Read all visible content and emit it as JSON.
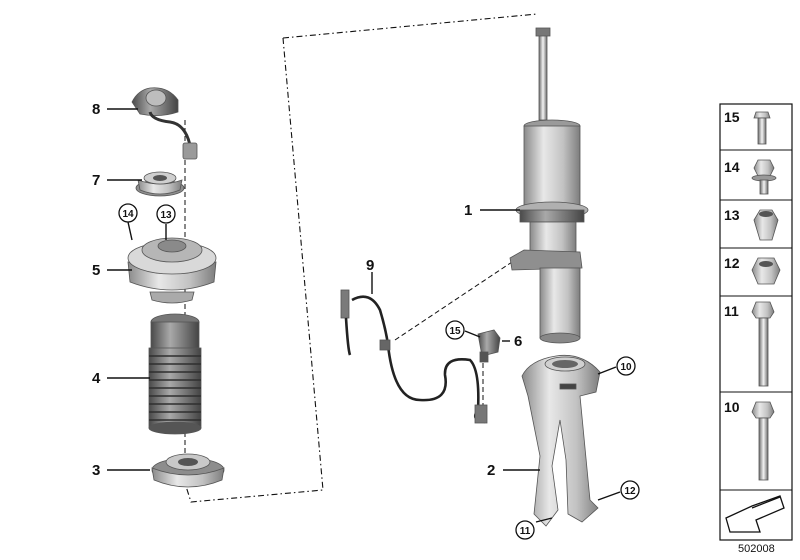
{
  "diagram": {
    "doc_number": "502008",
    "callouts": [
      {
        "id": "c1",
        "text": "1"
      },
      {
        "id": "c2",
        "text": "2"
      },
      {
        "id": "c3",
        "text": "3"
      },
      {
        "id": "c4",
        "text": "4"
      },
      {
        "id": "c5",
        "text": "5"
      },
      {
        "id": "c6",
        "text": "6"
      },
      {
        "id": "c7",
        "text": "7"
      },
      {
        "id": "c8",
        "text": "8"
      },
      {
        "id": "c9",
        "text": "9"
      }
    ],
    "circled_callouts": [
      {
        "id": "cc14",
        "text": "14"
      },
      {
        "id": "cc13",
        "text": "13"
      },
      {
        "id": "cc15",
        "text": "15"
      },
      {
        "id": "cc10",
        "text": "10"
      },
      {
        "id": "cc12",
        "text": "12"
      },
      {
        "id": "cc11",
        "text": "11"
      }
    ],
    "hardware_table": [
      {
        "number": "15",
        "part": "flange-bolt-short"
      },
      {
        "number": "14",
        "part": "hex-flange-bolt"
      },
      {
        "number": "13",
        "part": "self-locking-collar-nut"
      },
      {
        "number": "12",
        "part": "hex-nut"
      },
      {
        "number": "11",
        "part": "long-hex-bolt"
      },
      {
        "number": "10",
        "part": "hex-bolt"
      }
    ],
    "colors": {
      "line": "#111111",
      "part_light": "#d4d4d4",
      "part_dark": "#7a7a7a"
    }
  }
}
